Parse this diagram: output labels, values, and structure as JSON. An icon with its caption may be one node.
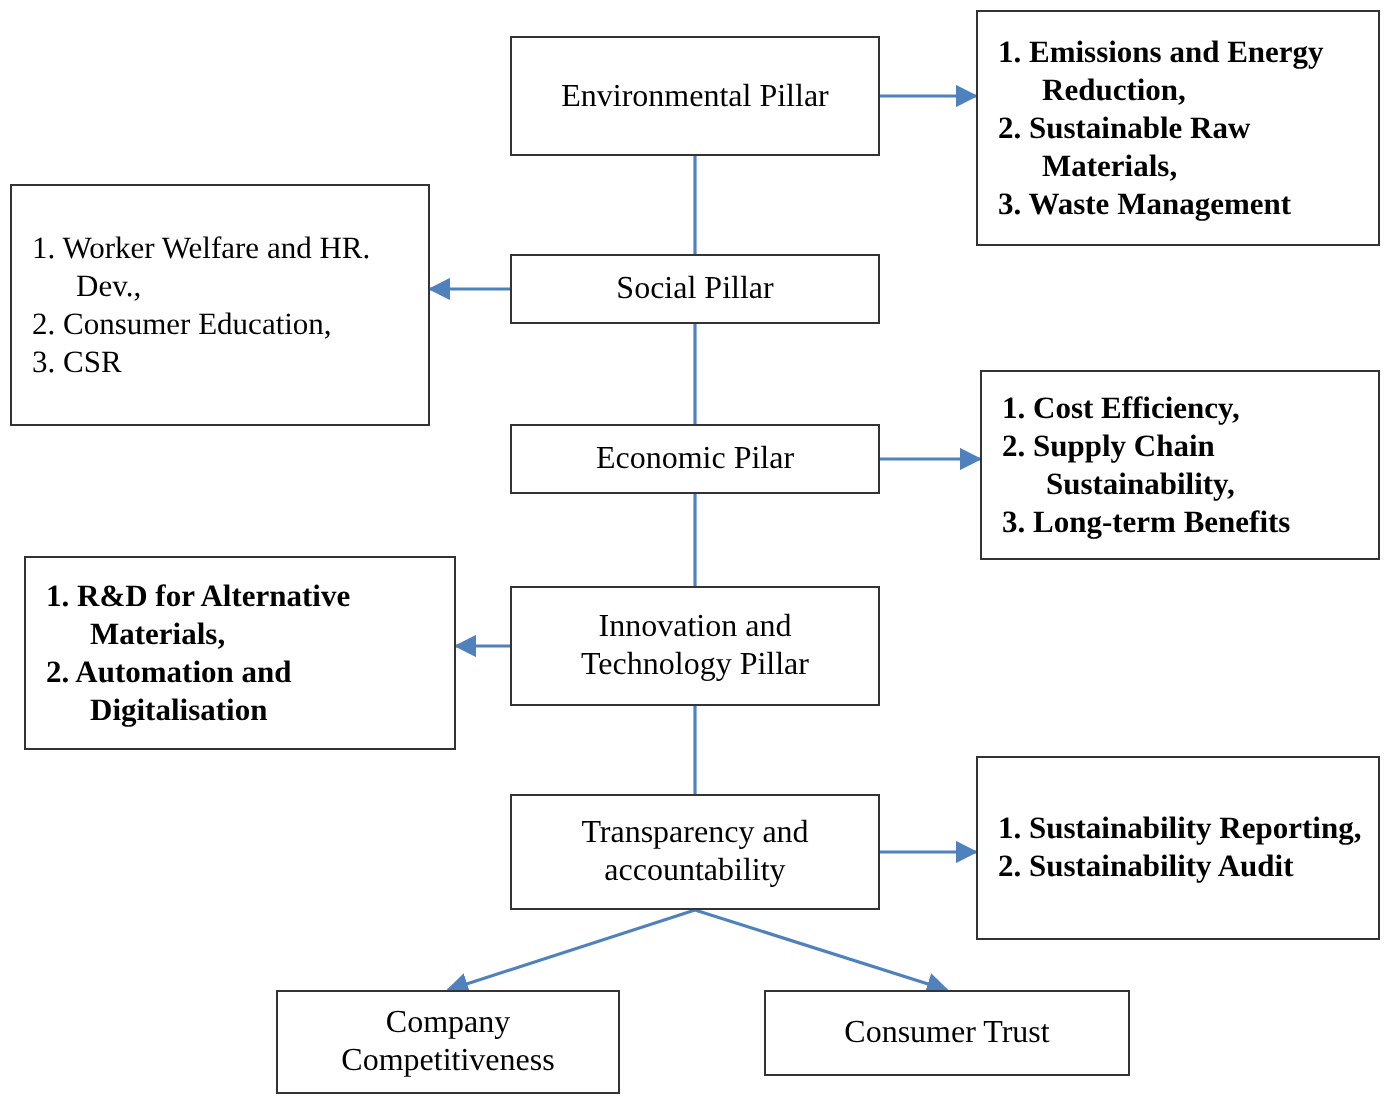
{
  "diagram": {
    "nodes": [
      {
        "text": [
          "Environmental Pillar"
        ]
      },
      {
        "text": [
          "1. Emissions and Energy Reduction,",
          "2. Sustainable Raw Materials,",
          "3. Waste Management"
        ]
      },
      {
        "text": [
          "1. Worker Welfare and HR. Dev.,",
          "2. Consumer Education,",
          "3. CSR"
        ]
      },
      {
        "text": [
          "Social Pillar"
        ]
      },
      {
        "text": [
          "Economic Pilar"
        ]
      },
      {
        "text": [
          "1. Cost Efficiency,",
          "2. Supply Chain Sustainability,",
          "3. Long-term Benefits"
        ]
      },
      {
        "text": [
          "1. R&D for Alternative Materials,",
          "2. Automation and Digitalisation"
        ]
      },
      {
        "text": [
          "Innovation and Technology Pillar"
        ]
      },
      {
        "text": [
          "Transparency and accountability"
        ]
      },
      {
        "text": [
          "1. Sustainability Reporting,",
          "2. Sustainability Audit"
        ]
      },
      {
        "text": [
          "Company Competitiveness"
        ]
      },
      {
        "text": [
          "Consumer Trust"
        ]
      }
    ],
    "edges": [
      {
        "from": 0,
        "to": 1,
        "arrow": "to"
      },
      {
        "from": 0,
        "to": 3,
        "arrow": "none"
      },
      {
        "from": 3,
        "to": 2,
        "arrow": "to"
      },
      {
        "from": 3,
        "to": 4,
        "arrow": "none"
      },
      {
        "from": 4,
        "to": 5,
        "arrow": "to"
      },
      {
        "from": 4,
        "to": 7,
        "arrow": "none"
      },
      {
        "from": 7,
        "to": 6,
        "arrow": "to"
      },
      {
        "from": 7,
        "to": 8,
        "arrow": "none"
      },
      {
        "from": 8,
        "to": 9,
        "arrow": "to"
      },
      {
        "from": 8,
        "to": 10,
        "arrow": "to"
      },
      {
        "from": 8,
        "to": 11,
        "arrow": "to"
      }
    ]
  }
}
